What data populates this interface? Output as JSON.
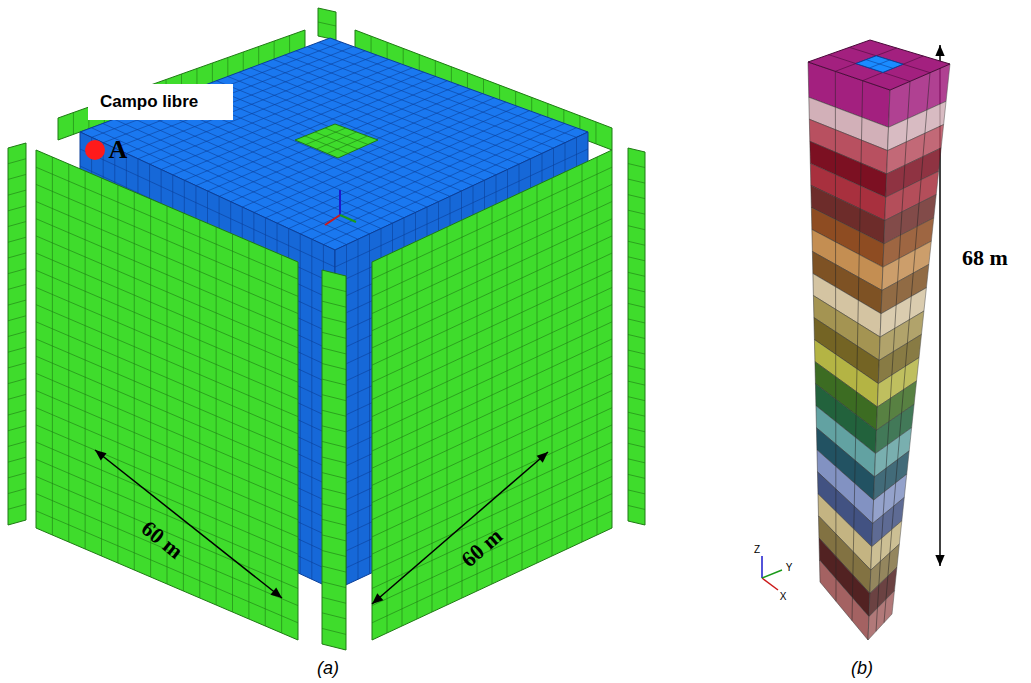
{
  "diagram": {
    "nodes": [
      {
        "text": [
          "Campo libre"
        ]
      }
    ],
    "labels": [
      "A",
      "60 m",
      "60 m",
      "68 m",
      "(a)",
      "(b)",
      "Z",
      "Y",
      "X"
    ]
  }
}
